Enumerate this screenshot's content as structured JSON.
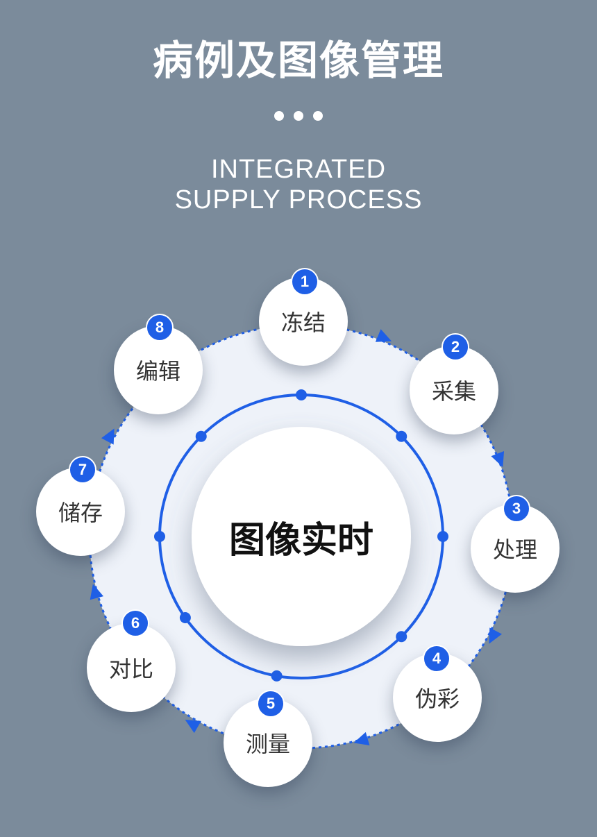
{
  "header": {
    "title": "病例及图像管理",
    "subtitle_line1": "INTEGRATED",
    "subtitle_line2": "SUPPLY PROCESS"
  },
  "diagram": {
    "center_label": "图像实时",
    "steps": [
      {
        "number": "1",
        "label": "冻结"
      },
      {
        "number": "2",
        "label": "采集"
      },
      {
        "number": "3",
        "label": "处理"
      },
      {
        "number": "4",
        "label": "伪彩"
      },
      {
        "number": "5",
        "label": "测量"
      },
      {
        "number": "6",
        "label": "对比"
      },
      {
        "number": "7",
        "label": "储存"
      },
      {
        "number": "8",
        "label": "编辑"
      }
    ]
  },
  "colors": {
    "background": "#7b8b9b",
    "accent": "#1f5fe6",
    "panel": "#eef2f9"
  }
}
